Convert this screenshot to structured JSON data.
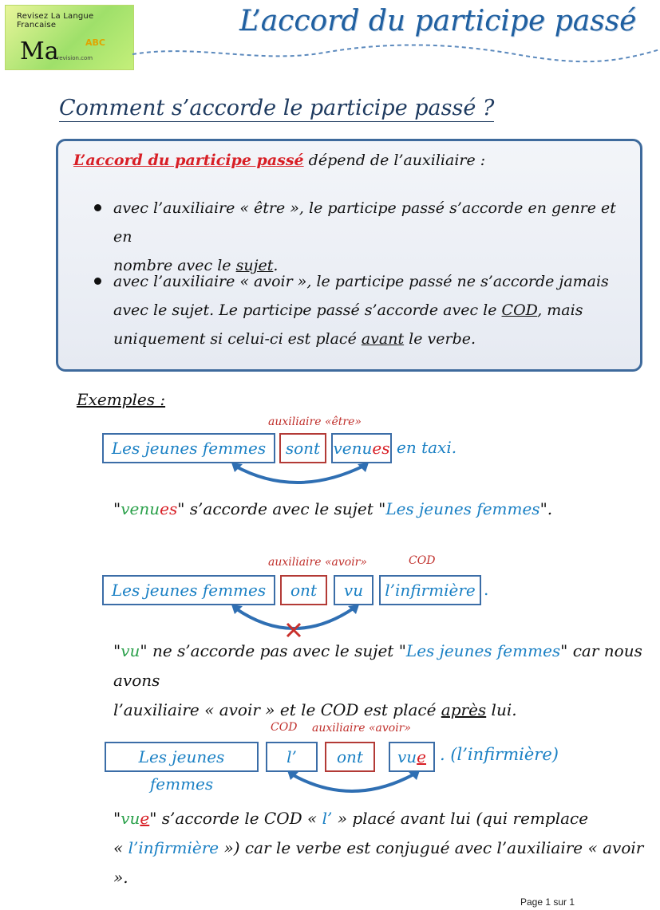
{
  "logo": {
    "tagline": "Revisez La Langue Francaise",
    "ma": "Ma",
    "abc": "ABC",
    "site": "-revision.com"
  },
  "title": "L’accord du participe passé",
  "subtitle": "Comment s’accorde le participe passé ?",
  "rule": {
    "intro_bold": "L’accord du participe passé",
    "intro_rest": " dépend de l’auxiliaire :",
    "b1_l1": "avec l’auxiliaire « être », le participe passé s’accorde en genre et en",
    "b1_l2_pre": "nombre avec le ",
    "b1_l2_u": "sujet",
    "b1_l2_post": ".",
    "b2_l1": "avec l’auxiliaire « avoir », le participe passé ne s’accorde jamais",
    "b2_l2_pre": "avec le sujet.  Le participe passé s’accorde avec le ",
    "b2_l2_u": "COD",
    "b2_l2_post": ", mais",
    "b2_l3_pre": "uniquement si celui-ci est placé ",
    "b2_l3_u": "avant",
    "b2_l3_post": " le verbe."
  },
  "examples_label": "Exemples :",
  "ex1": {
    "annotation": "auxiliaire  «être»",
    "subject": "Les jeunes femmes",
    "aux": "sont",
    "pp_stem": "venu",
    "pp_ending": "es",
    "rest": "en taxi.",
    "expl_q1": "\"",
    "expl_pp_stem": "venu",
    "expl_pp_end": "es",
    "expl_mid": "\" s’accorde avec le sujet \"",
    "expl_subject": "Les jeunes femmes",
    "expl_end": "\"."
  },
  "ex2": {
    "annotation": "auxiliaire  «avoir»",
    "cod_label": "COD",
    "subject": "Les jeunes femmes",
    "aux": "ont",
    "pp": "vu",
    "cod": "l’infirmière",
    "dot": ".",
    "expl_q": "\"",
    "expl_pp": "vu",
    "expl_mid": "\" ne s’accorde pas avec le sujet \"",
    "expl_subject": "Les jeunes femmes",
    "expl_end": "\" car nous avons",
    "expl_l2_pre": "l’auxiliaire « avoir » et le COD est placé ",
    "expl_l2_u": "après",
    "expl_l2_post": " lui."
  },
  "ex3": {
    "cod_label": "COD",
    "annotation": "auxiliaire «avoir»",
    "subject": "Les jeunes femmes",
    "cod": "l’",
    "aux": "ont",
    "pp_stem": "vu",
    "pp_ending": "e",
    "rest": ".  (l’infirmière)",
    "expl_q": "\"",
    "expl_pp_stem": "vu",
    "expl_pp_end": "e",
    "expl_mid": "\" s’accorde le COD « ",
    "expl_cod": "l’",
    "expl_after": " » placé avant lui (qui remplace",
    "expl_l2_open": "« ",
    "expl_l2_word": "l’infirmière",
    "expl_l2_rest": " ») car le verbe est conjugué avec l’auxiliaire « avoir »."
  },
  "footer": "Page 1 sur 1",
  "colors": {
    "accent_blue": "#1a80c4",
    "red": "#d81f26",
    "green": "#2aa04a",
    "box_border": "#3b6da7"
  }
}
